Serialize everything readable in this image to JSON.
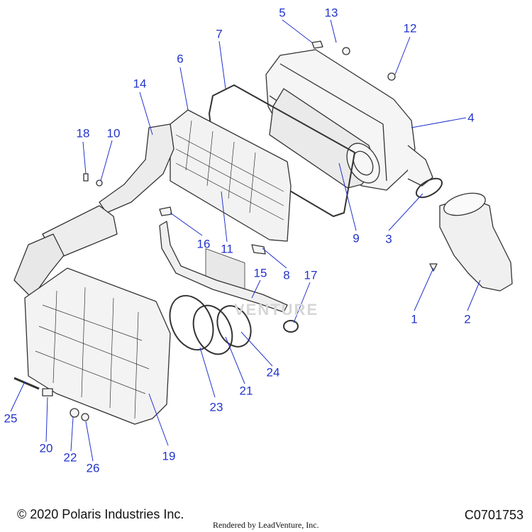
{
  "footer": {
    "copyright": "© 2020 Polaris Industries Inc.",
    "rendered_by": "Rendered by LeadVenture, Inc.",
    "diagram_code": "C0701753"
  },
  "watermark": "VENTURE",
  "callouts": [
    "1",
    "2",
    "3",
    "4",
    "5",
    "6",
    "7",
    "8",
    "9",
    "10",
    "11",
    "12",
    "13",
    "14",
    "15",
    "16",
    "17",
    "18",
    "19",
    "20",
    "21",
    "22",
    "23",
    "24",
    "25",
    "26"
  ],
  "colors": {
    "callout": "#2233cc",
    "line": "#2233cc",
    "part_outline": "#333333",
    "part_fill": "#f4f4f4"
  }
}
